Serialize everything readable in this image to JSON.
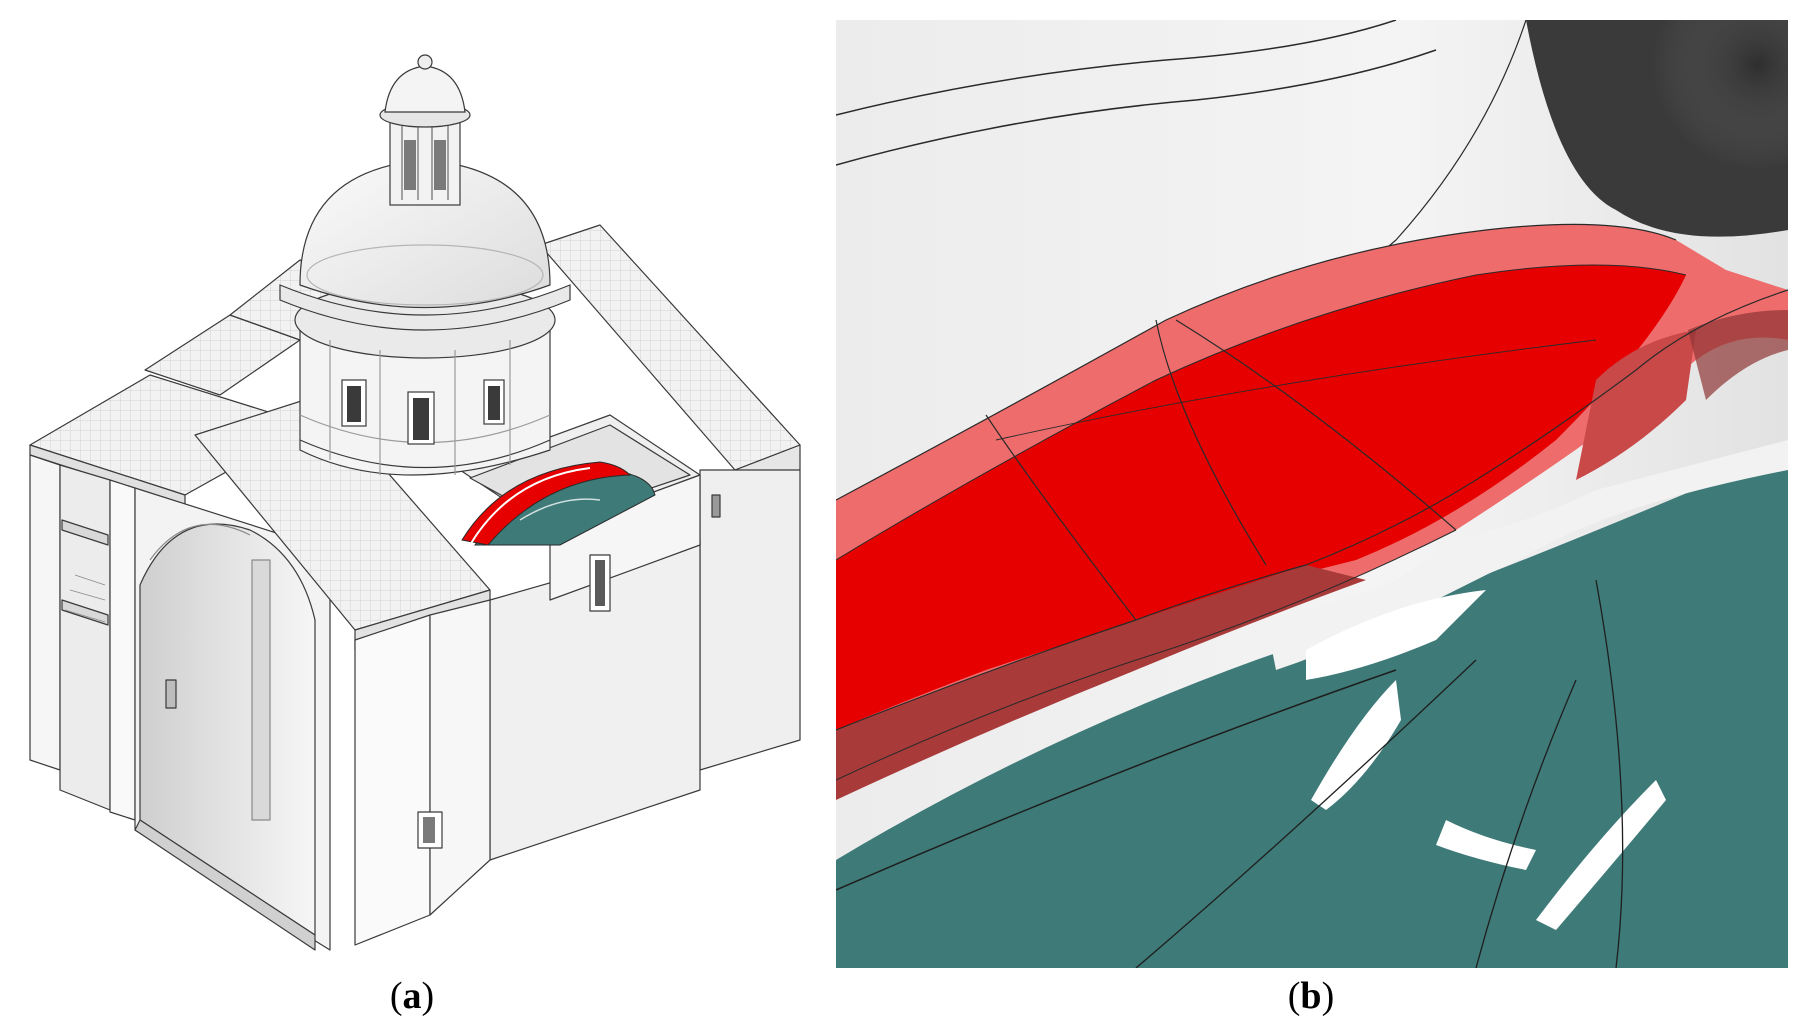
{
  "panels": [
    {
      "id": "a",
      "letter": "a",
      "caption_open": "(",
      "caption_close": ")"
    },
    {
      "id": "b",
      "letter": "b",
      "caption_open": "(",
      "caption_close": ")"
    }
  ],
  "colors": {
    "highlight_red": "#e60000",
    "light_red": "#ee6c6c",
    "dark_red": "#a83a3a",
    "teal": "#3e7a78",
    "building_white": "#f4f4f4",
    "outline": "#3a3a3a"
  }
}
